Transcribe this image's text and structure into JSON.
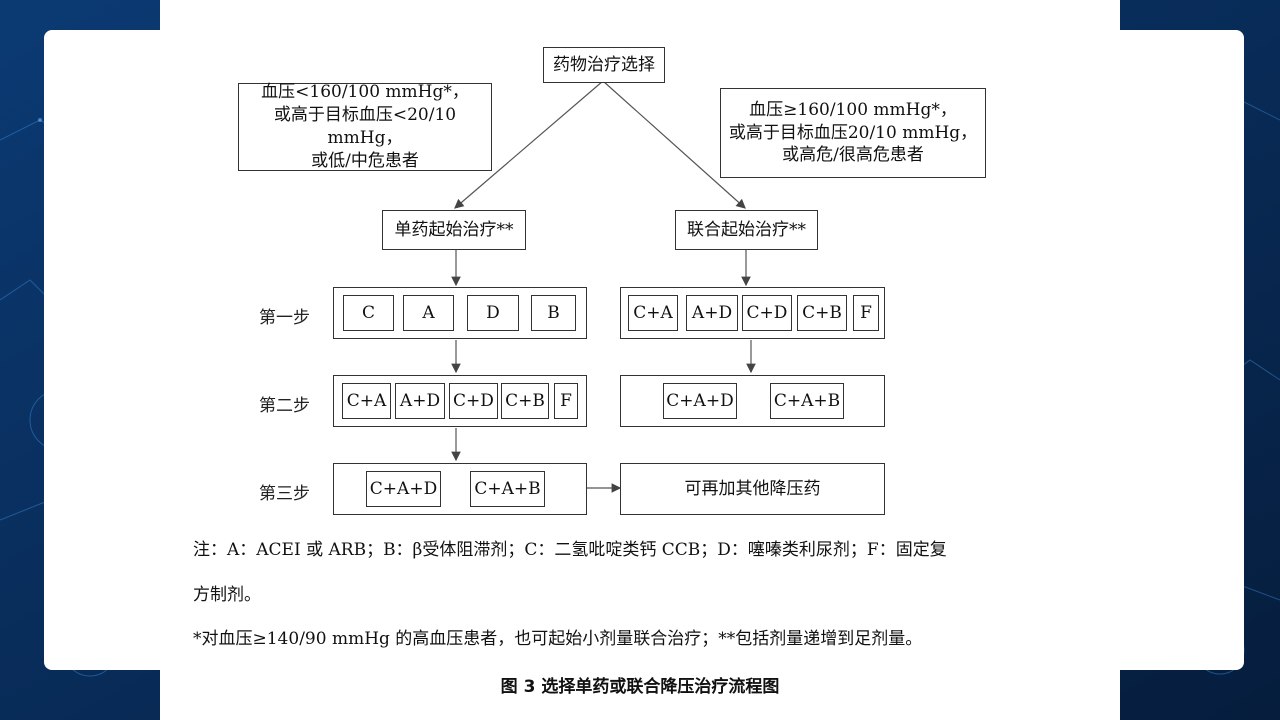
{
  "diagram": {
    "root": "药物治疗选择",
    "left_condition": [
      "血压<160/100 mmHg*，",
      "或高于目标血压<20/10 mmHg，",
      "或低/中危患者"
    ],
    "right_condition": [
      "血压≥160/100 mmHg*，",
      "或高于目标血压20/10 mmHg，",
      "或高危/很高危患者"
    ],
    "left_branch": "单药起始治疗**",
    "right_branch": "联合起始治疗**",
    "steps": [
      "第一步",
      "第二步",
      "第三步"
    ],
    "left_step1": [
      "C",
      "A",
      "D",
      "B"
    ],
    "right_step1": [
      "C+A",
      "A+D",
      "C+D",
      "C+B",
      "F"
    ],
    "left_step2": [
      "C+A",
      "A+D",
      "C+D",
      "C+B",
      "F"
    ],
    "right_step2": [
      "C+A+D",
      "C+A+B"
    ],
    "left_step3": [
      "C+A+D",
      "C+A+B"
    ],
    "right_step3": "可再加其他降压药"
  },
  "notes": {
    "line1": "注：A：ACEI 或 ARB；B：β受体阻滞剂；C：二氢吡啶类钙 CCB；D：噻嗪类利尿剂；F：固定复",
    "line2": "方制剂。",
    "line3": "*对血压≥140/90 mmHg 的高血压患者，也可起始小剂量联合治疗；**包括剂量递增到足剂量。"
  },
  "caption": "图 3  选择单药或联合降压治疗流程图",
  "colors": {
    "background": "#0a2a55",
    "accent": "#2f7fd0",
    "card": "#ffffff"
  }
}
